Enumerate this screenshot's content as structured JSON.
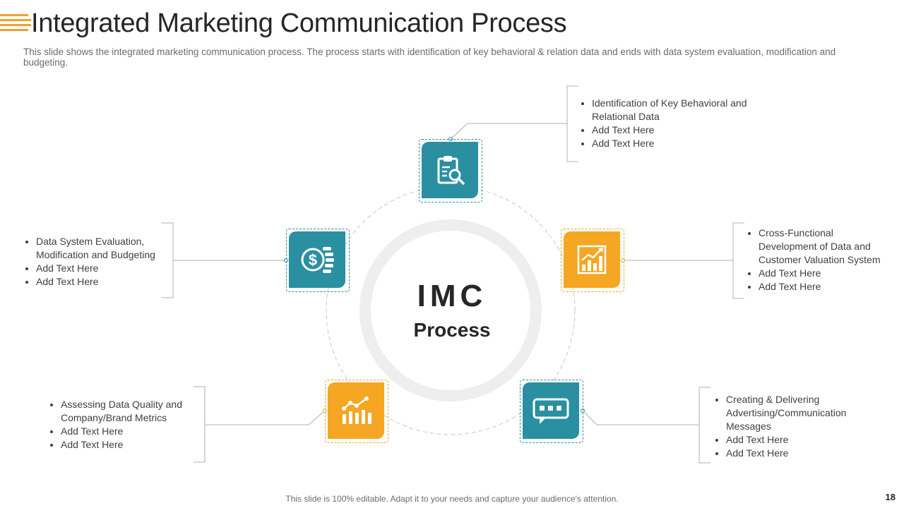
{
  "header": {
    "title": "Integrated Marketing Communication Process",
    "subtitle": "This slide shows the integrated marketing communication process. The process starts with identification of key behavioral & relation data and ends with data system evaluation, modification and budgeting."
  },
  "center": {
    "title": "IMC",
    "subtitle": "Process"
  },
  "steps": [
    {
      "icon": "clipboard-search-icon",
      "color": "#2a8fa0",
      "items": [
        "Identification of Key Behavioral and Relational Data",
        "Add Text Here",
        "Add Text Here"
      ]
    },
    {
      "icon": "bar-chart-growth-icon",
      "color": "#f5a623",
      "items": [
        "Cross-Functional Development of Data and Customer Valuation System",
        "Add Text Here",
        "Add Text Here"
      ]
    },
    {
      "icon": "chat-bubble-icon",
      "color": "#2a8fa0",
      "items": [
        "Creating & Delivering Advertising/Communication Messages",
        "Add Text Here",
        "Add Text Here"
      ]
    },
    {
      "icon": "line-bar-chart-icon",
      "color": "#f5a623",
      "items": [
        "Assessing Data Quality and Company/Brand Metrics",
        "Add Text Here",
        "Add Text Here"
      ]
    },
    {
      "icon": "dollar-coins-icon",
      "color": "#2a8fa0",
      "items": [
        "Data System Evaluation, Modification and Budgeting",
        "Add Text Here",
        "Add Text Here"
      ]
    }
  ],
  "footer": {
    "note": "This slide is 100% editable. Adapt it to your needs and capture your audience's attention.",
    "page_number": "18"
  }
}
